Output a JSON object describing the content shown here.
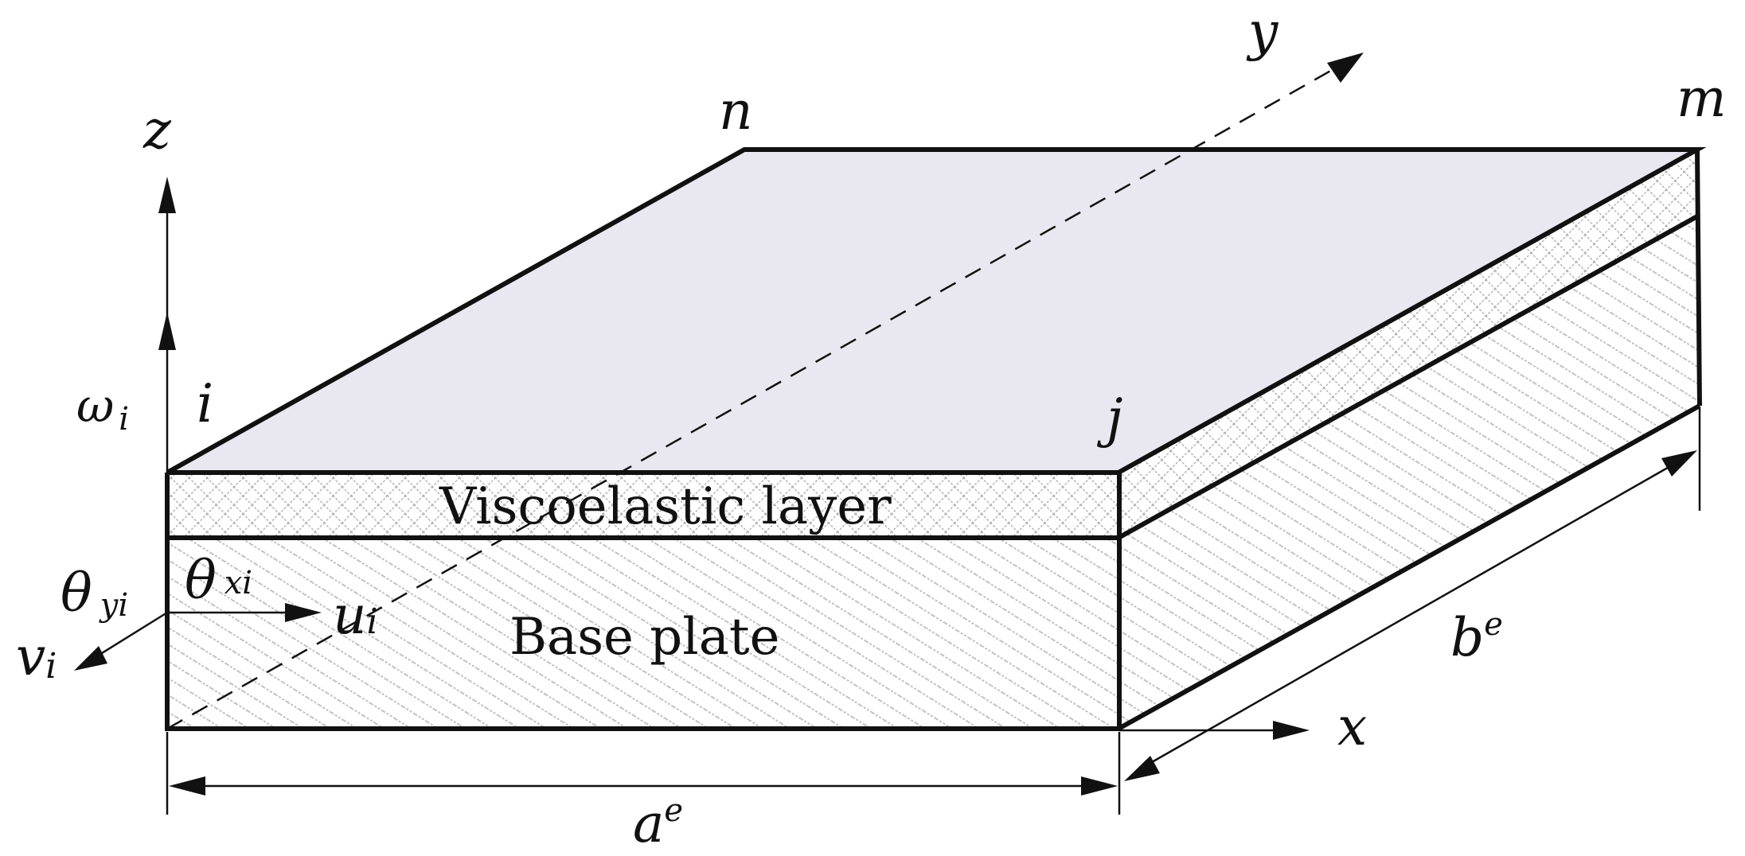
{
  "labels": {
    "node_i": "i",
    "node_j": "j",
    "node_m": "m",
    "node_n": "n",
    "axis_x": "x",
    "axis_y": "y",
    "axis_z": "z",
    "omega": "ω",
    "omega_sub": "i",
    "theta_y": "θ",
    "theta_y_sub": "yi",
    "theta_x": "θ",
    "theta_x_sub": "xi",
    "u": "u",
    "u_sub": "i",
    "v": "v",
    "v_sub": "i",
    "a": "a",
    "a_sup": "e",
    "b": "b",
    "b_sup": "e"
  },
  "layers": {
    "viscoelastic": "Viscoelastic layer",
    "base": "Base plate"
  },
  "colors": {
    "top_face": "#e9e8f0",
    "line": "#111111",
    "hatch": "#bdbdbd"
  }
}
